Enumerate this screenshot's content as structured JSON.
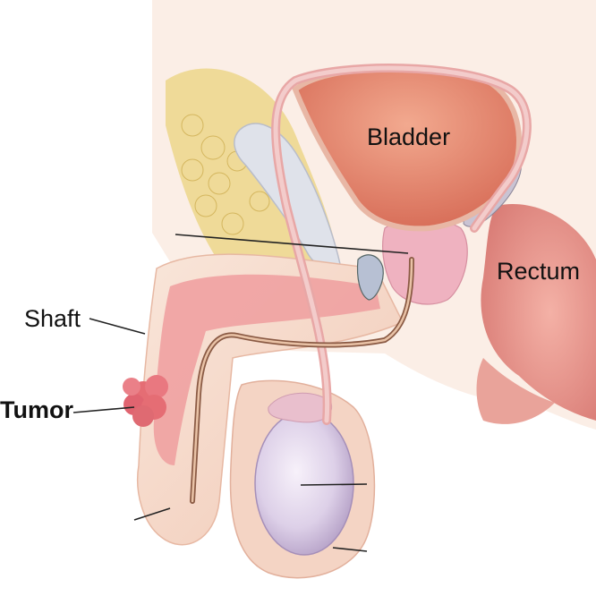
{
  "labels": {
    "bladder": "Bladder",
    "rectum": "Rectum",
    "shaft": "Shaft",
    "tumor": "Tumor"
  },
  "colors": {
    "skin": "#f6d7c6",
    "tissue": "#ef9fa0",
    "bladder": "#e27f6c",
    "testis": "#ddd0e8",
    "fat": "#ecd68a",
    "tumor": "#e56d74",
    "bone": "#dfe2ea"
  }
}
